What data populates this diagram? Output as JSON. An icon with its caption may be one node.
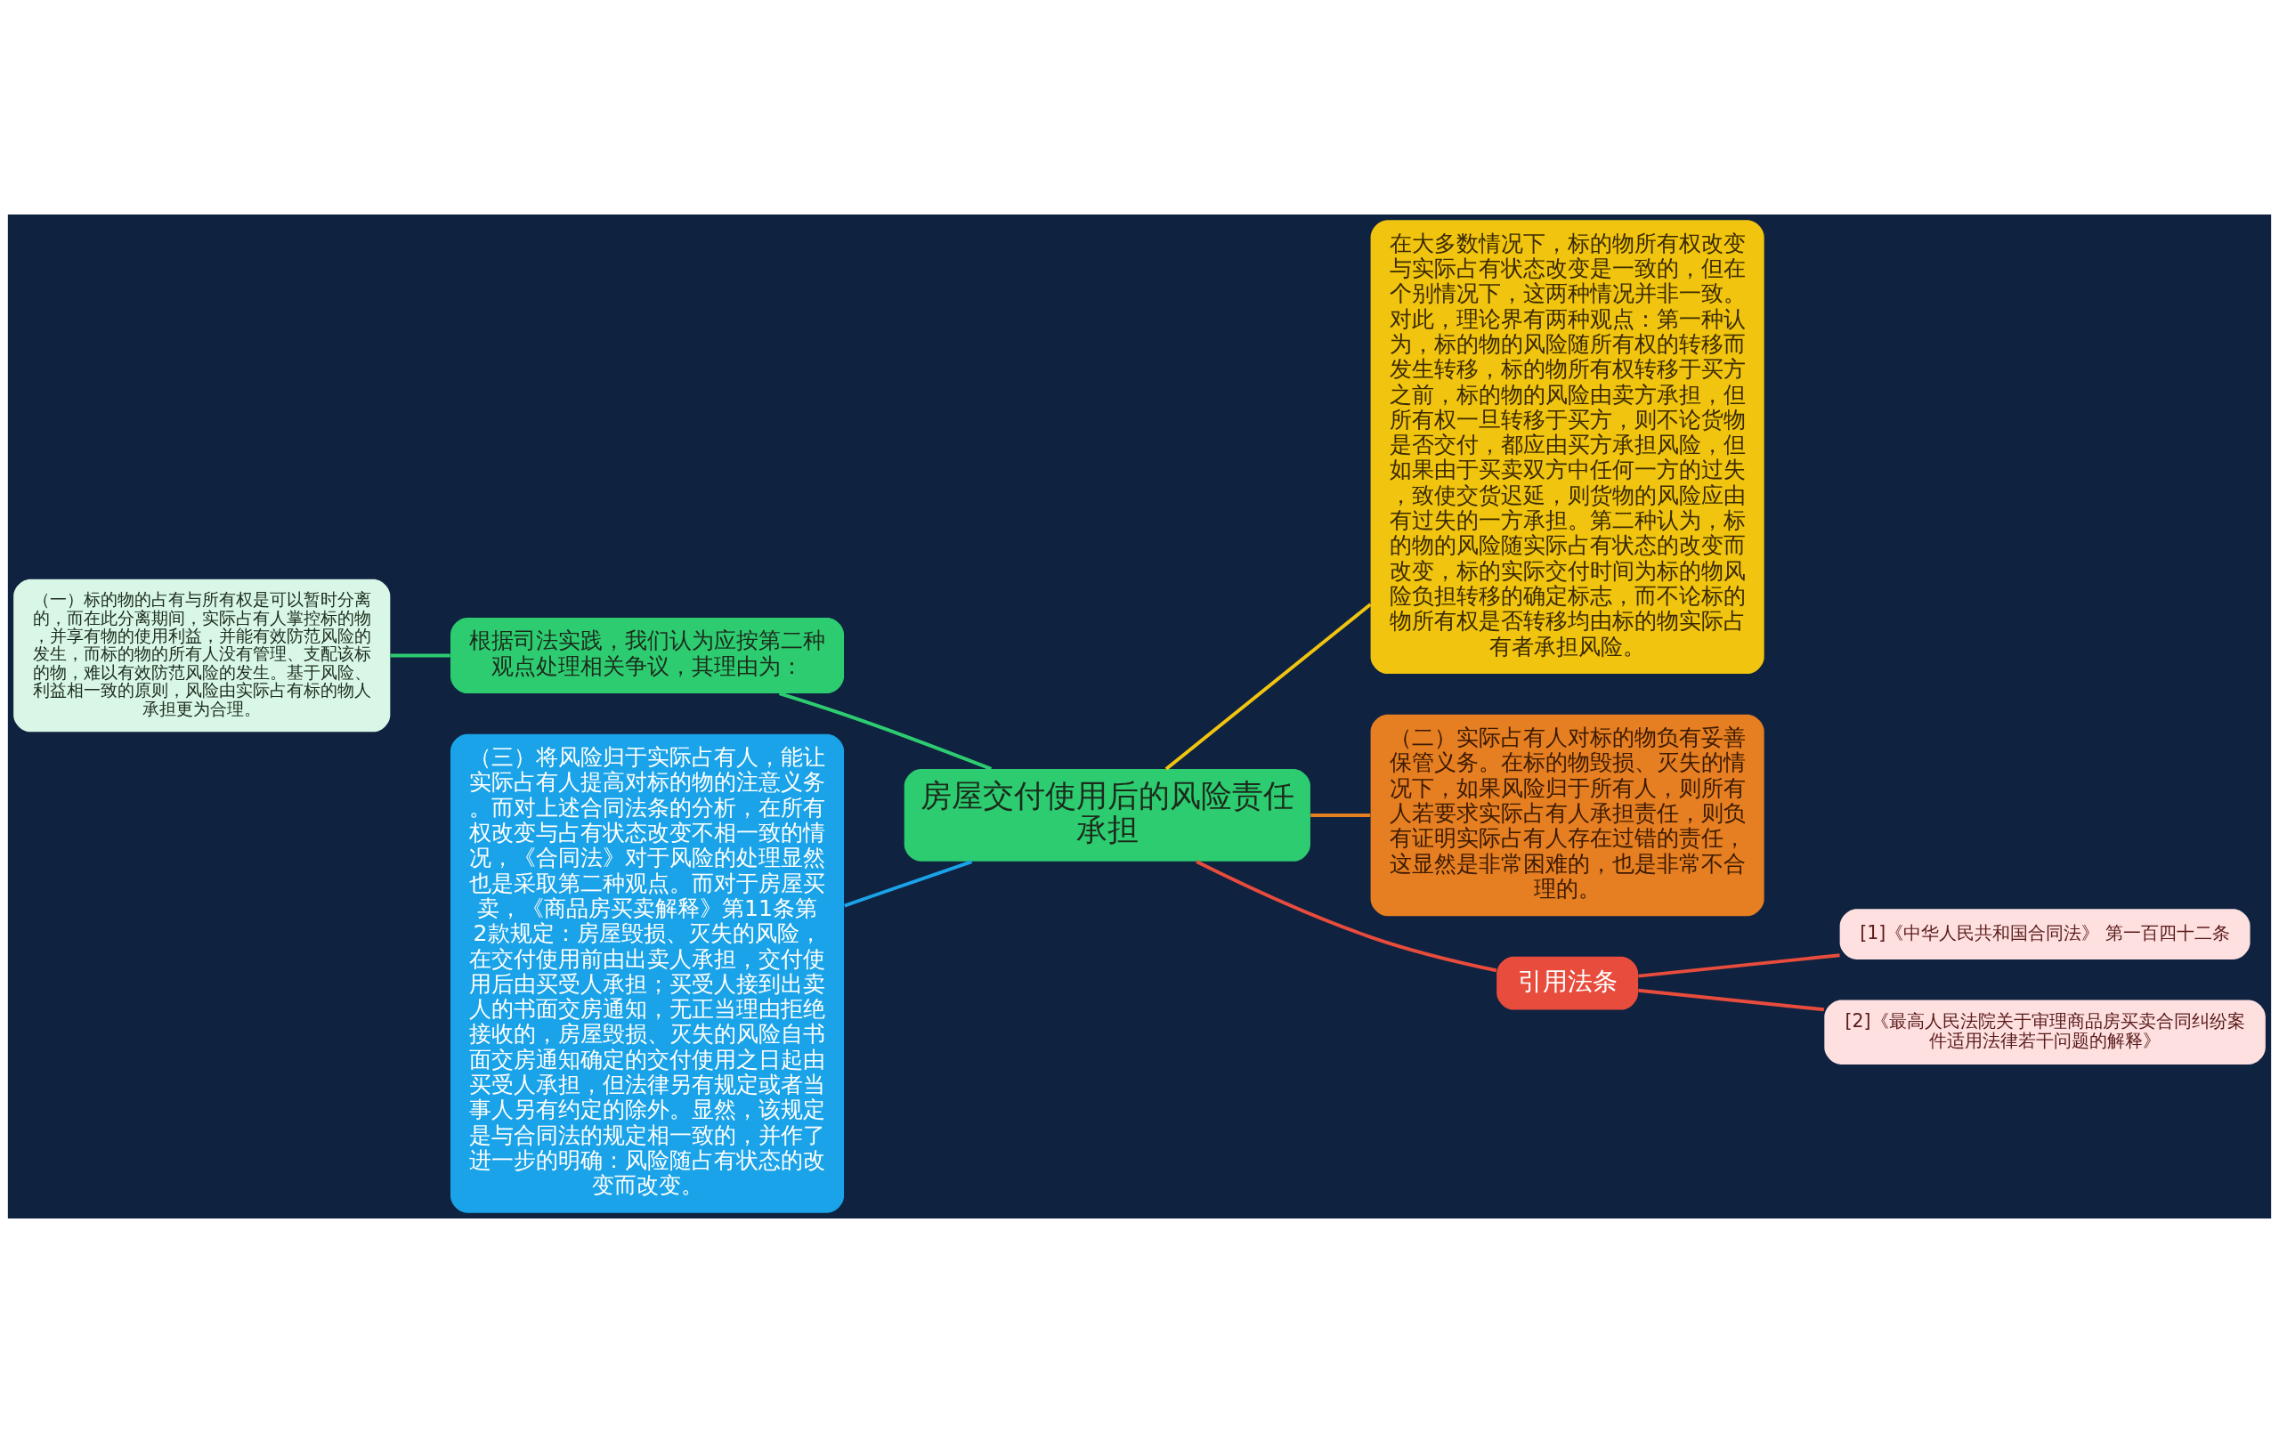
{
  "diagram": {
    "nodes": [
      {
        "text": [
          "房屋交付使用后的风险责任承担"
        ]
      },
      {
        "text": [
          "根据司法实践，我们认为应按第二种观点处理相关争议，其理由为："
        ]
      },
      {
        "text": [
          "（一）标的物的占有与所有权是可以暂时分离的，而在此分离期间，实际占有人掌控标的物，并享有物的使用利益，并能有效防范风险的发生，而标的物的所有人没有管理、支配该标的物，难以有效防范风险的发生。基于风险、利益相一致的原则，风险由实际占有标的物人承担更为合理。"
        ]
      },
      {
        "text": [
          "（三）将风险归于实际占有人，能让实际占有人提高对标的物的注意义务。而对上述合同法条的分析，在所有权改变与占有状态改变不相一致的情况，《合同法》对于风险的处理显然也是采取第二种观点。而对于房屋买卖，《商品房买卖解释》第11条第2款规定：房屋毁损、灭失的风险，在交付使用前由出卖人承担，交付使用后由买受人承担；买受人接到出卖人的书面交房通知，无正当理由拒绝接收的，房屋毁损、灭失的风险自书面交房通知确定的交付使用之日起由买受人承担，但法律另有规定或者当事人另有约定的除外。显然，该规定是与合同法的规定相一致的，并作了进一步的明确：风险随占有状态的改变而改变。"
        ]
      },
      {
        "text": [
          "在大多数情况下，标的物所有权改变与实际占有状态改变是一致的，但在个别情况下，这两种情况并非一致。对此，理论界有两种观点：第一种认为，标的物的风险随所有权的转移而发生转移，标的物所有权转移于买方之前，标的物的风险由卖方承担，但所有权一旦转移于买方，则不论货物是否交付，都应由买方承担风险，但如果由于买卖双方中任何一方的过失，致使交货迟延，则货物的风险应由有过失的一方承担。第二种认为，标的物的风险随实际占有状态的改变而改变，标的实际交付时间为标的物风险负担转移的确定标志，而不论标的物所有权是否转移均由标的物实际占有者承担风险。"
        ]
      },
      {
        "text": [
          "（二）实际占有人对标的物负有妥善保管义务。在标的物毁损、灭失的情况下，如果风险归于所有人，则所有人若要求实际占有人承担责任，则负有证明实际占有人存在过错的责任，这显然是非常困难的，也是非常不合理的。"
        ]
      },
      {
        "text": [
          "引用法条"
        ]
      },
      {
        "text": [
          "[1]《中华人民共和国合同法》 第一百四十二条"
        ]
      },
      {
        "text": [
          "[2]《最高人民法院关于审理商品房买卖合同纠纷案件适用法律若干问题的解释》"
        ]
      }
    ],
    "edges": [
      {
        "from": 1,
        "to": 0,
        "arrow": "none",
        "color": "#2ecc71"
      },
      {
        "from": 2,
        "to": 1,
        "arrow": "none",
        "color": "#2ecc71"
      },
      {
        "from": 3,
        "to": 0,
        "arrow": "none",
        "color": "#1aa3e8"
      },
      {
        "from": 0,
        "to": 4,
        "arrow": "none",
        "color": "#f1c40f"
      },
      {
        "from": 0,
        "to": 5,
        "arrow": "none",
        "color": "#e67e22"
      },
      {
        "from": 0,
        "to": 6,
        "arrow": "none",
        "color": "#e74c3c"
      },
      {
        "from": 6,
        "to": 7,
        "arrow": "none",
        "color": "#e74c3c"
      },
      {
        "from": 6,
        "to": 8,
        "arrow": "none",
        "color": "#e74c3c"
      }
    ]
  }
}
